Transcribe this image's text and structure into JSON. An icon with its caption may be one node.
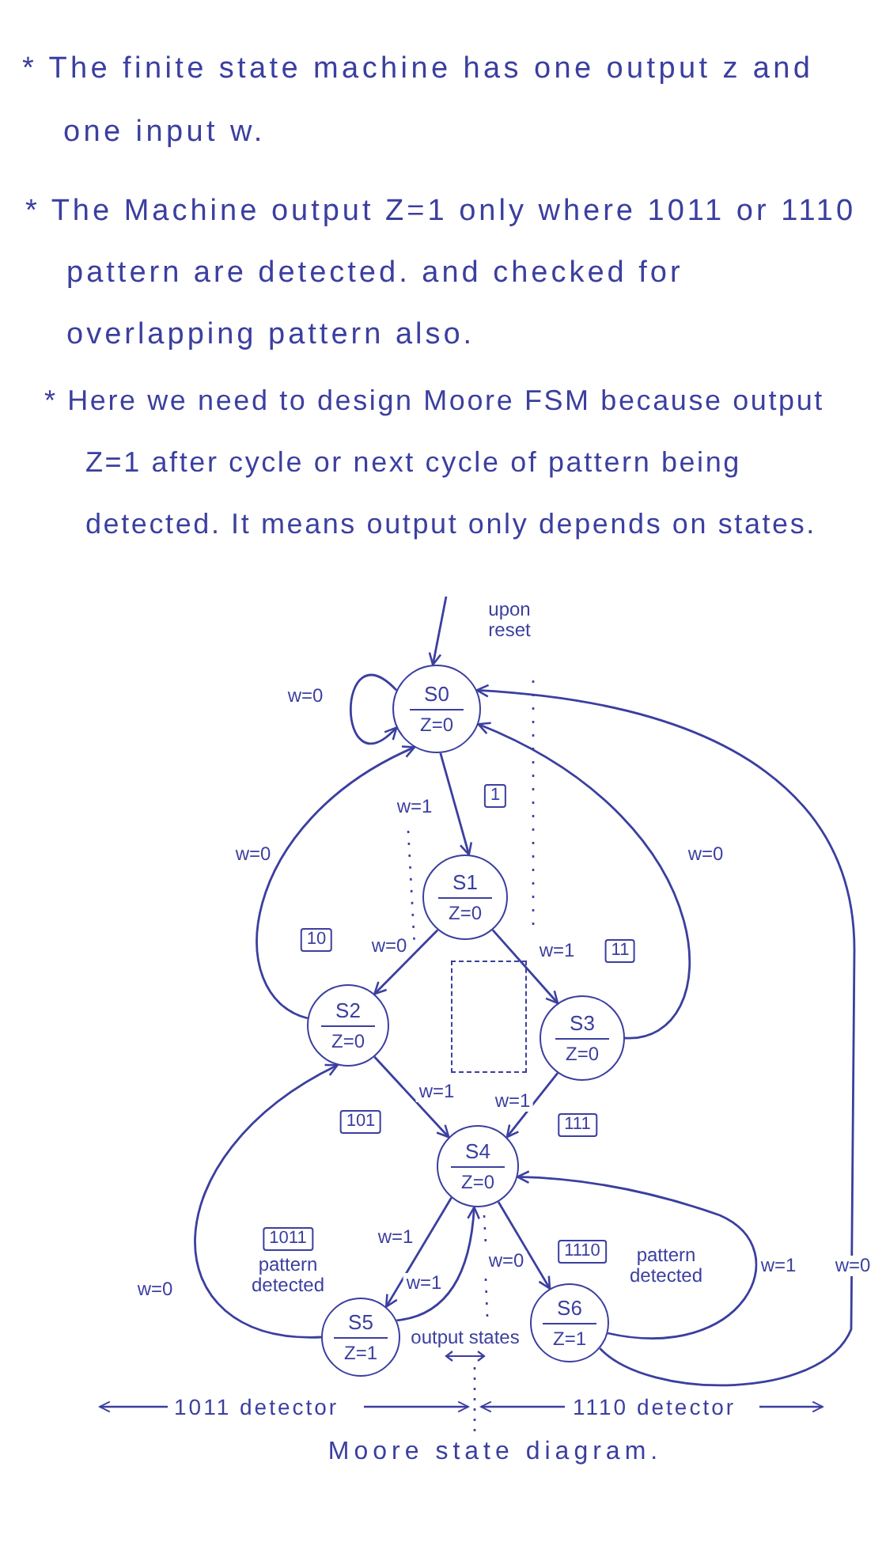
{
  "diagram": {
    "caption": "Moore state diagram.",
    "nodes": [
      {
        "text": [
          "S0",
          "Z=0"
        ]
      },
      {
        "text": [
          "1"
        ]
      },
      {
        "text": [
          "S1",
          "Z=0"
        ]
      },
      {
        "text": [
          "10"
        ]
      },
      {
        "text": [
          "11"
        ]
      },
      {
        "text": [
          "S2",
          "Z=0"
        ]
      },
      {
        "text": [
          "S3",
          "Z=0"
        ]
      },
      {
        "text": [
          "101"
        ]
      },
      {
        "text": [
          "111"
        ]
      },
      {
        "text": [
          "S4",
          "Z=0"
        ]
      },
      {
        "text": [
          "1011"
        ],
        "beside": [
          "pattern detected"
        ]
      },
      {
        "text": [
          "1110"
        ],
        "beside": [
          "pattern detected"
        ]
      },
      {
        "text": [
          "S5",
          "Z=1"
        ]
      },
      {
        "text": [
          "S6",
          "Z=1"
        ]
      },
      {
        "text": [],
        "shape": "box"
      }
    ],
    "edges": [
      {
        "from": null,
        "to": 0,
        "arrow": "to",
        "label": "upon reset"
      },
      {
        "from": 0,
        "to": 0,
        "arrow": "to",
        "label": "w=0"
      },
      {
        "from": 0,
        "to": 2,
        "arrow": "to",
        "label": "w=1"
      },
      {
        "from": 2,
        "to": 5,
        "arrow": "to",
        "label": "w=0"
      },
      {
        "from": 2,
        "to": 6,
        "arrow": "to",
        "label": "w=1"
      },
      {
        "from": 5,
        "to": 0,
        "arrow": "to",
        "label": "w=0"
      },
      {
        "from": 6,
        "to": 0,
        "arrow": "to",
        "label": "w=0"
      },
      {
        "from": 5,
        "to": 9,
        "arrow": "to",
        "label": "w=1"
      },
      {
        "from": 6,
        "to": 9,
        "arrow": "to",
        "label": "w=1"
      },
      {
        "from": 9,
        "to": 12,
        "arrow": "to",
        "label": "w=1"
      },
      {
        "from": 12,
        "to": 9,
        "arrow": "to",
        "label": "w=1"
      },
      {
        "from": 12,
        "to": 5,
        "arrow": "to",
        "label": "w=0"
      },
      {
        "from": 9,
        "to": 13,
        "arrow": "to",
        "label": "w=0"
      },
      {
        "from": 13,
        "to": 9,
        "arrow": "to",
        "label": "w=1"
      },
      {
        "from": 13,
        "to": 0,
        "arrow": "to",
        "label": "w=0"
      }
    ],
    "labels": [
      "* The finite state machine has one output z and one input w.",
      "* The Machine output Z=1 only where 1011 or 1110 pattern are detected. and checked for overlapping pattern also.",
      "* Here we need to design Moore FSM because output Z=1 after cycle or next cycle of pattern being detected. It means output only depends on states.",
      "output states",
      "1011 detector",
      "1110 detector"
    ]
  }
}
